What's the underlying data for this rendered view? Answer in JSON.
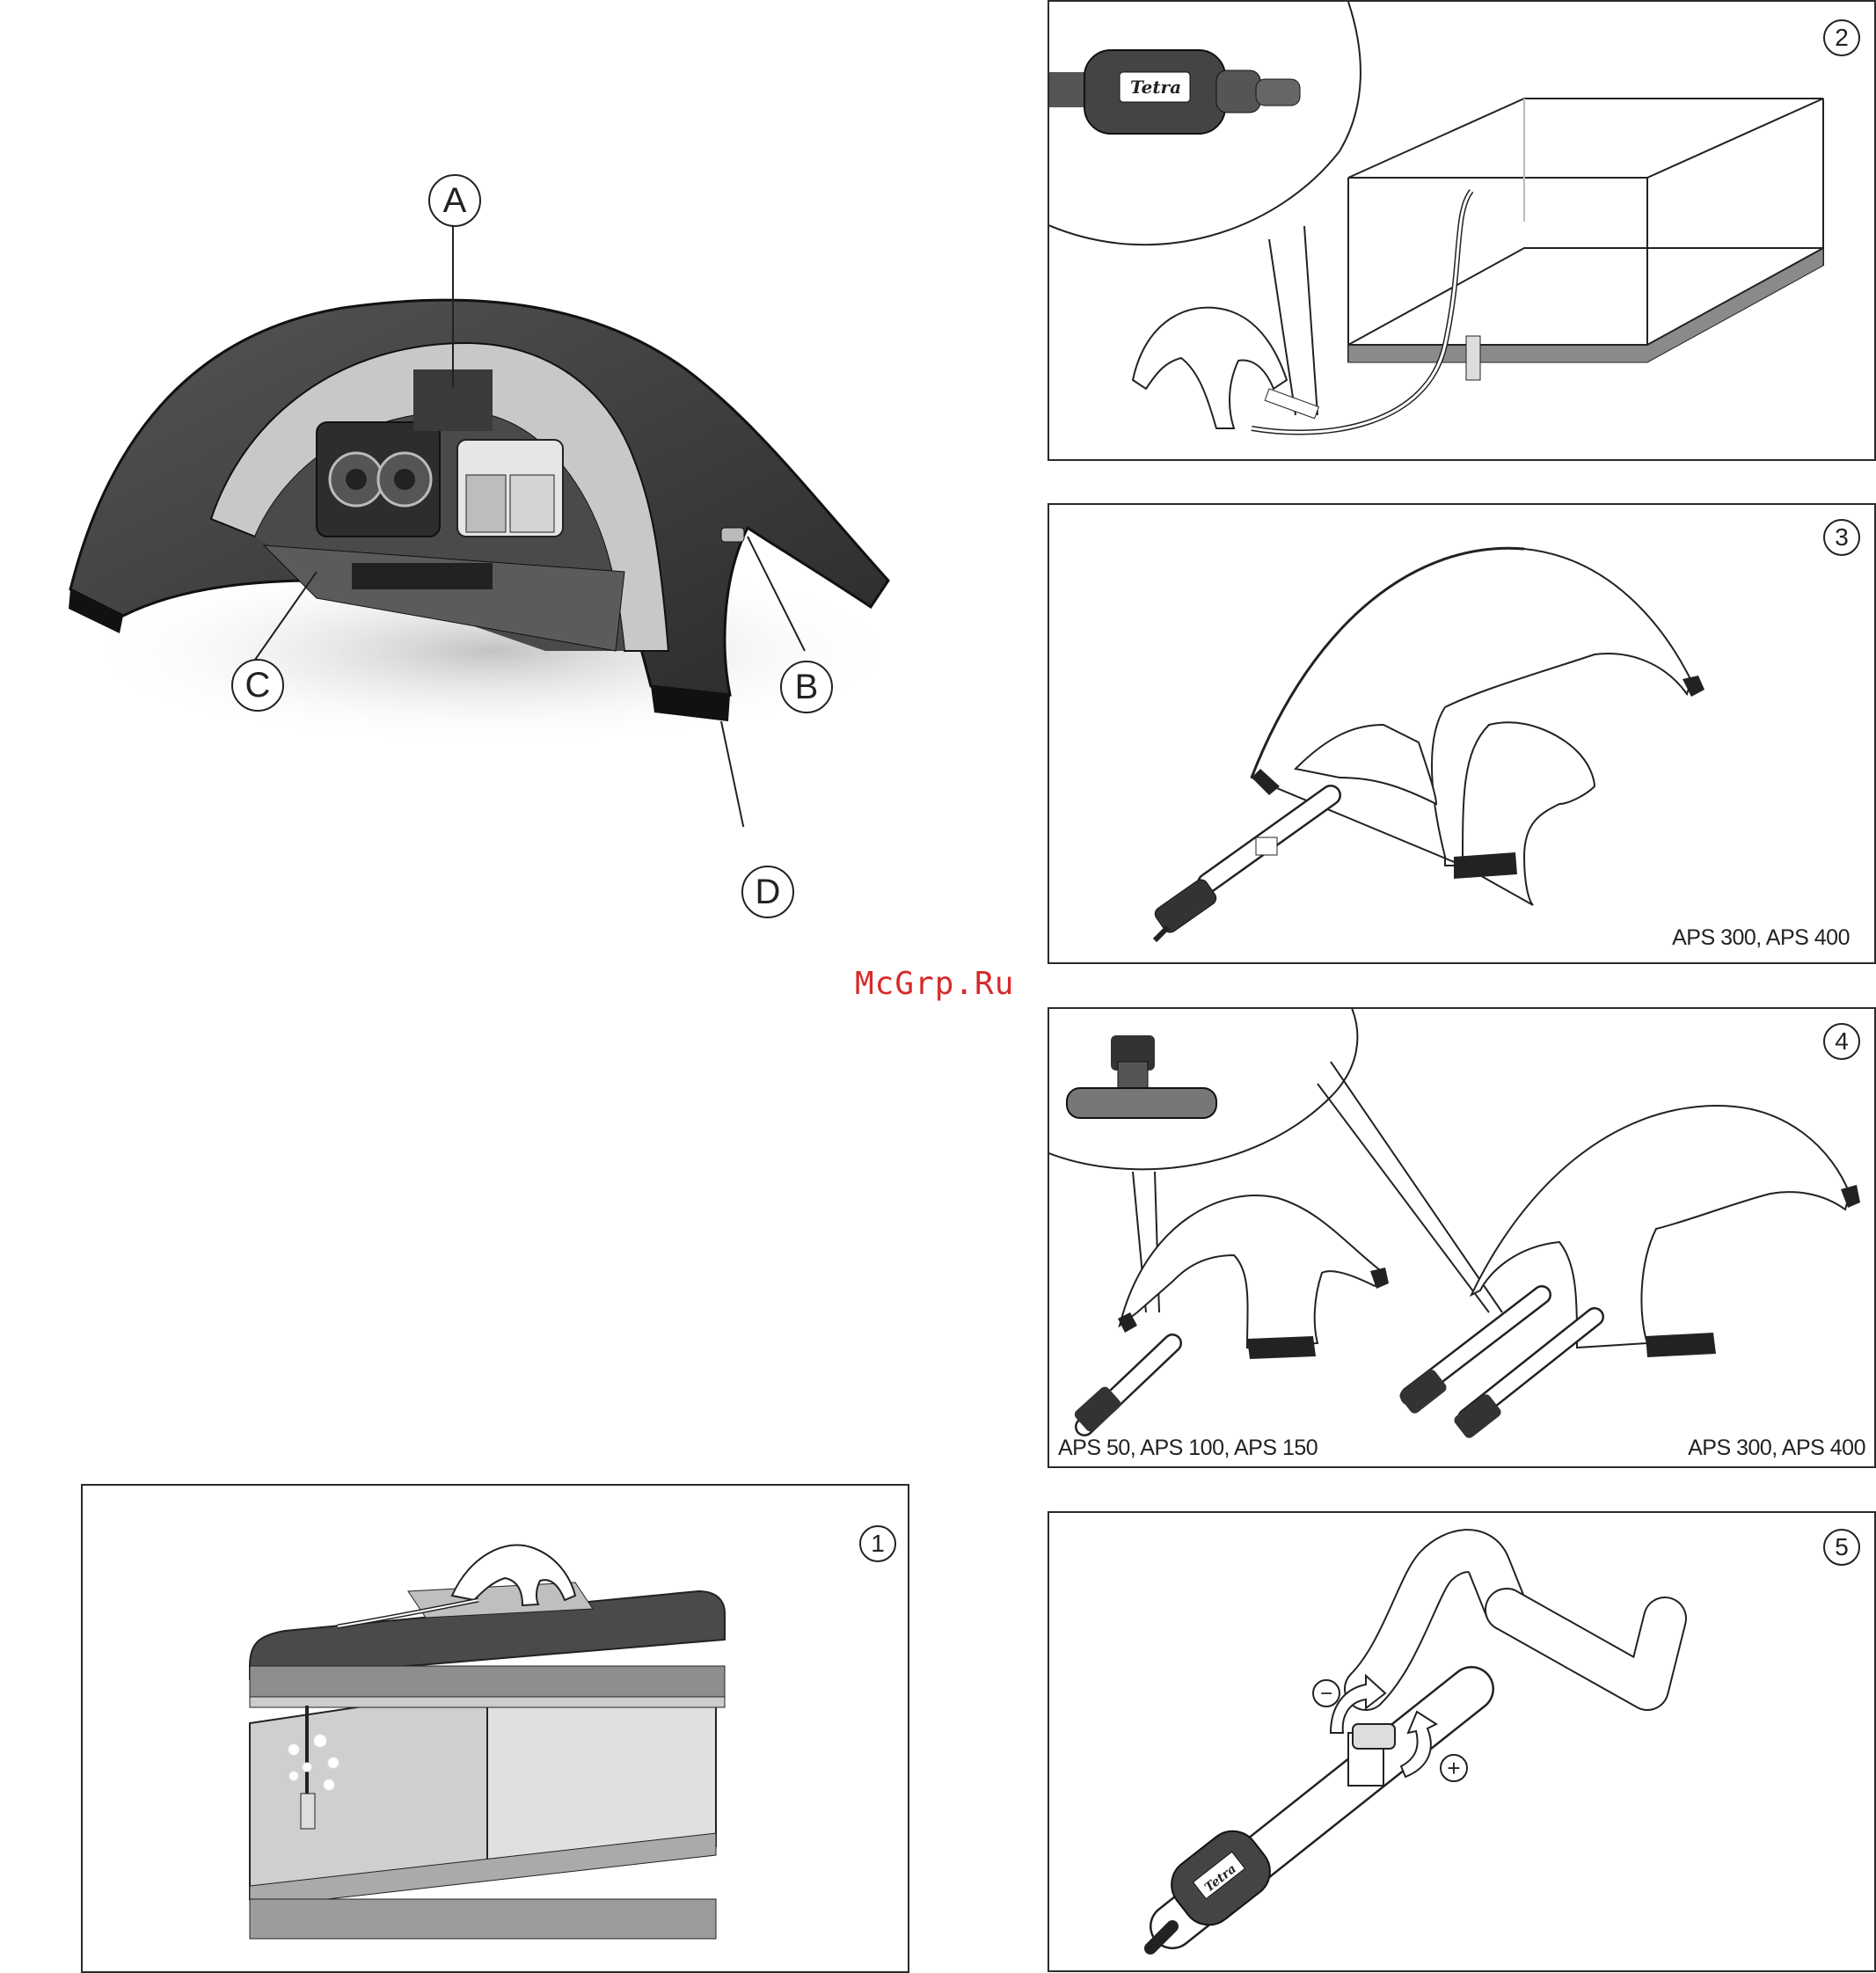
{
  "main_figure": {
    "callouts": {
      "a": "A",
      "b": "B",
      "c": "C",
      "d": "D"
    }
  },
  "panels": {
    "step1": {
      "number": "1"
    },
    "step2": {
      "number": "2",
      "brand": "Tetra"
    },
    "step3": {
      "number": "3",
      "caption": "APS 300, APS 400"
    },
    "step4": {
      "number": "4",
      "caption_left": "APS 50, APS 100, APS 150",
      "caption_right": "APS 300, APS 400"
    },
    "step5": {
      "number": "5",
      "minus": "−",
      "plus": "+",
      "brand": "Tetra"
    }
  },
  "watermark": "McGrp.Ru",
  "colors": {
    "housing": "#3a3a3a",
    "line": "#222222",
    "watermark": "#d72a2a",
    "glass": "#c9c9c9"
  }
}
